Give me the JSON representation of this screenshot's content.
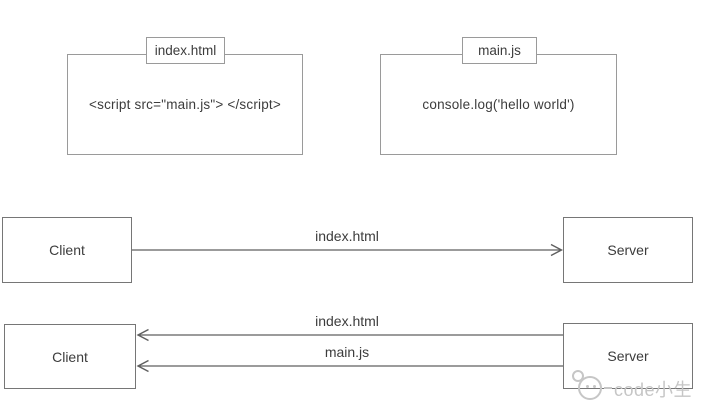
{
  "colors": {
    "background": "#ffffff",
    "box_border": "#9a9a9a",
    "node_border": "#767676",
    "line": "#5f5f5f",
    "text": "#3c3c3c",
    "watermark": "#c6c6c6"
  },
  "files": {
    "index_html": {
      "tab": "index.html",
      "code": "<script src=\"main.js\"> </script>"
    },
    "main_js": {
      "tab": "main.js",
      "code": "console.log('hello world')"
    }
  },
  "request_flow": {
    "client": "Client",
    "server": "Server",
    "arrow_label": "index.html"
  },
  "response_flow": {
    "client": "Client",
    "server": "Server",
    "arrow_labels": [
      "index.html",
      "main.js"
    ]
  },
  "watermark": {
    "logo": "panda-face-logo",
    "text": "code小生"
  }
}
